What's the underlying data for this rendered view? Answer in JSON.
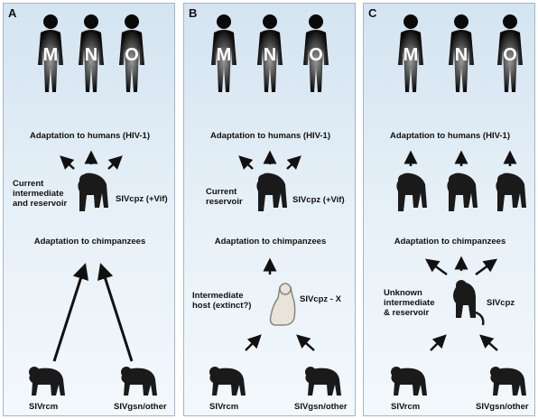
{
  "panels": [
    {
      "label": "A",
      "human_letters": [
        "M",
        "N",
        "O"
      ],
      "adaptation_humans": "Adaptation to humans (HIV-1)",
      "reservoir_lines": [
        "Current",
        "intermediate",
        "and reservoir"
      ],
      "chimp_virus": "SIVcpz (+Vif)",
      "adaptation_chimps": "Adaptation to chimpanzees",
      "left_monkey": "SIVrcm",
      "right_monkey": "SIVgsn/other"
    },
    {
      "label": "B",
      "human_letters": [
        "M",
        "N",
        "O"
      ],
      "adaptation_humans": "Adaptation to humans (HIV-1)",
      "reservoir_lines": [
        "Current",
        "reservoir"
      ],
      "chimp_virus": "SIVcpz (+Vif)",
      "adaptation_chimps": "Adaptation to chimpanzees",
      "host_lines": [
        "Intermediate",
        "host (extinct?)"
      ],
      "host_virus": "SIVcpz - X",
      "left_monkey": "SIVrcm",
      "right_monkey": "SIVgsn/other"
    },
    {
      "label": "C",
      "human_letters": [
        "M",
        "N",
        "O"
      ],
      "adaptation_humans": "Adaptation to humans (HIV-1)",
      "adaptation_chimps": "Adaptation to chimpanzees",
      "unknown_lines": [
        "Unknown",
        "intermediate",
        "& reservoir"
      ],
      "monkey_virus": "SIVcpz",
      "left_monkey": "SIVrcm",
      "right_monkey": "SIVgsn/other"
    }
  ],
  "colors": {
    "human": "#0a0a0a",
    "human_glow": "#8a8a8a",
    "animal": "#1a1a1a",
    "panel_top": "#d4e4f1",
    "panel_bottom": "#f3f8fc",
    "arrow": "#111111"
  }
}
